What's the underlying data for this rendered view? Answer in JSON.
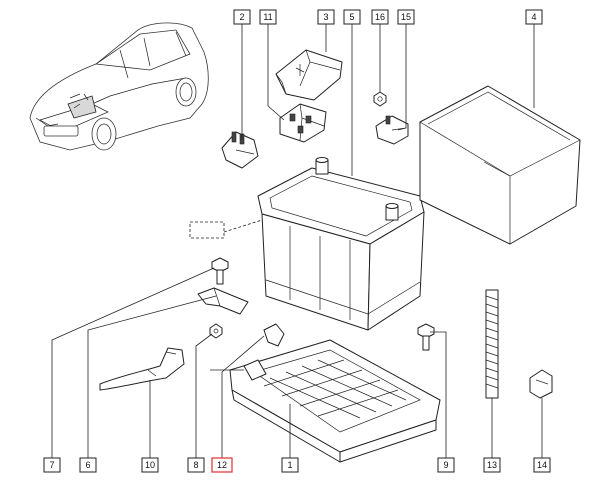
{
  "callouts": {
    "c1": "1",
    "c2": "2",
    "c3": "3",
    "c4": "4",
    "c5": "5",
    "c6": "6",
    "c7": "7",
    "c8": "8",
    "c10": "10",
    "c11": "11",
    "c12": "12",
    "c13": "13",
    "c14": "14",
    "c15": "15",
    "c16": "16",
    "c9": "9"
  },
  "colors": {
    "ink": "#222222",
    "highlight": "#e03030",
    "background": "#ffffff"
  }
}
